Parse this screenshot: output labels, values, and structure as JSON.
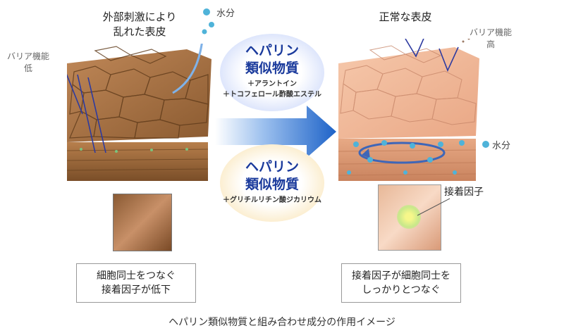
{
  "left": {
    "title_line1": "外部刺激により",
    "title_line2": "乱れた表皮",
    "barrier_label": "バリア機能",
    "barrier_level": "低",
    "water_label": "水分",
    "box_line1": "細胞同士をつなぐ",
    "box_line2": "接着因子が低下"
  },
  "right": {
    "title": "正常な表皮",
    "barrier_label": "バリア機能",
    "barrier_level": "高",
    "water_label": "水分",
    "adhesion_label": "接着因子",
    "box_line1": "接着因子が細胞同士を",
    "box_line2": "しっかりとつなぐ"
  },
  "center": {
    "top": {
      "line1": "ヘパリン",
      "line2": "類似物質",
      "sub1": "＋アラントイン",
      "sub2": "＋トコフェロール酢酸エステル"
    },
    "bottom": {
      "line1": "ヘパリン",
      "line2": "類似物質",
      "sub1": "＋グリチルリチン酸ジカリウム"
    }
  },
  "caption": "ヘパリン類似物質と組み合わせ成分の作用イメージ",
  "colors": {
    "skin_dark": "#a06a3a",
    "skin_light": "#f0b99a",
    "text_blue": "#1a3a9c",
    "arrow_blue": "#1e63c8",
    "water": "#4fb3d9"
  }
}
